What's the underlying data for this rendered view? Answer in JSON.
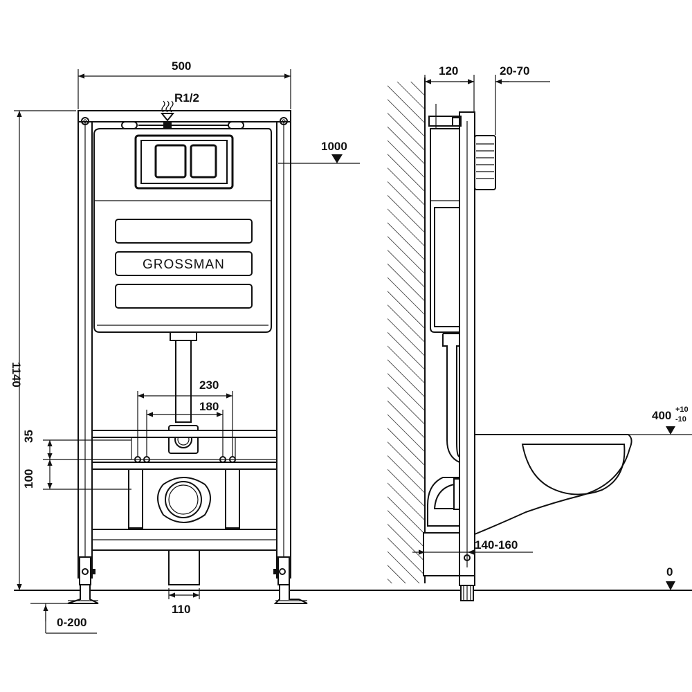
{
  "dimensions": {
    "frame_width": "500",
    "water_inlet": "R1/2",
    "actuator_height": "1000",
    "frame_height": "1140",
    "fixing_spacing_outer": "230",
    "fixing_spacing_inner": "180",
    "upper_offset": "35",
    "lower_offset": "100",
    "drain_diameter": "110",
    "foot_adjust": "0-200",
    "depth": "120",
    "wall_gap": "20-70",
    "bowl_height_base": "400",
    "bowl_height_tol_plus": "+10",
    "bowl_height_tol_minus": "-10",
    "drain_offset": "140-160",
    "floor_level": "0"
  },
  "brand": {
    "name": "GROSSMAN"
  },
  "colors": {
    "line": "#111111",
    "background": "#ffffff"
  },
  "icons": {
    "level_marker": "triangle-down-icon",
    "water_inlet": "water-inlet-icon"
  }
}
